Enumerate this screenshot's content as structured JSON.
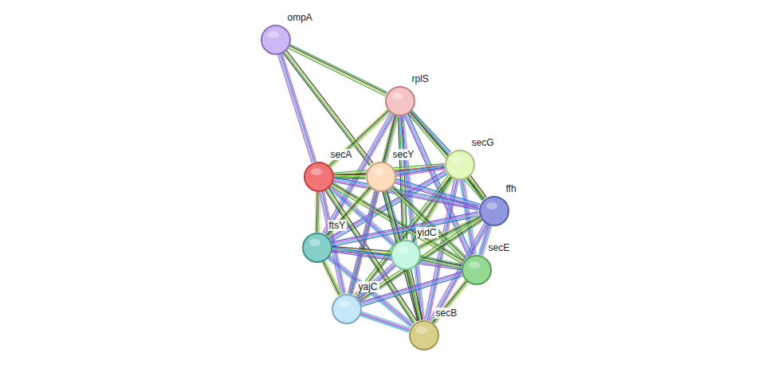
{
  "diagram": {
    "nodes": [
      {
        "text": [
          "ompA"
        ]
      },
      {
        "text": [
          "rplS"
        ]
      },
      {
        "text": [
          "secG"
        ]
      },
      {
        "text": [
          "secA"
        ]
      },
      {
        "text": [
          "secY"
        ]
      },
      {
        "text": [
          "ffh"
        ]
      },
      {
        "text": [
          "ftsY"
        ]
      },
      {
        "text": [
          "yidC"
        ]
      },
      {
        "text": [
          "secE"
        ]
      },
      {
        "text": [
          "yajC"
        ]
      },
      {
        "text": [
          "secB"
        ]
      }
    ],
    "edges": [
      {
        "from": 0,
        "to": 1,
        "arrow": "none"
      },
      {
        "from": 0,
        "to": 3,
        "arrow": "none"
      },
      {
        "from": 0,
        "to": 4,
        "arrow": "none"
      },
      {
        "from": 1,
        "to": 2,
        "arrow": "none"
      },
      {
        "from": 1,
        "to": 3,
        "arrow": "none"
      },
      {
        "from": 1,
        "to": 4,
        "arrow": "none"
      },
      {
        "from": 1,
        "to": 5,
        "arrow": "none"
      },
      {
        "from": 1,
        "to": 6,
        "arrow": "none"
      },
      {
        "from": 1,
        "to": 7,
        "arrow": "none"
      },
      {
        "from": 1,
        "to": 8,
        "arrow": "none"
      },
      {
        "from": 1,
        "to": 9,
        "arrow": "none"
      },
      {
        "from": 1,
        "to": 10,
        "arrow": "none"
      },
      {
        "from": 2,
        "to": 3,
        "arrow": "none"
      },
      {
        "from": 2,
        "to": 4,
        "arrow": "none"
      },
      {
        "from": 2,
        "to": 5,
        "arrow": "none"
      },
      {
        "from": 2,
        "to": 6,
        "arrow": "none"
      },
      {
        "from": 2,
        "to": 7,
        "arrow": "none"
      },
      {
        "from": 2,
        "to": 8,
        "arrow": "none"
      },
      {
        "from": 2,
        "to": 9,
        "arrow": "none"
      },
      {
        "from": 2,
        "to": 10,
        "arrow": "none"
      },
      {
        "from": 3,
        "to": 4,
        "arrow": "none"
      },
      {
        "from": 3,
        "to": 5,
        "arrow": "none"
      },
      {
        "from": 3,
        "to": 6,
        "arrow": "none"
      },
      {
        "from": 3,
        "to": 7,
        "arrow": "none"
      },
      {
        "from": 3,
        "to": 8,
        "arrow": "none"
      },
      {
        "from": 3,
        "to": 9,
        "arrow": "none"
      },
      {
        "from": 3,
        "to": 10,
        "arrow": "none"
      },
      {
        "from": 4,
        "to": 5,
        "arrow": "none"
      },
      {
        "from": 4,
        "to": 6,
        "arrow": "none"
      },
      {
        "from": 4,
        "to": 7,
        "arrow": "none"
      },
      {
        "from": 4,
        "to": 8,
        "arrow": "none"
      },
      {
        "from": 4,
        "to": 9,
        "arrow": "none"
      },
      {
        "from": 4,
        "to": 10,
        "arrow": "none"
      },
      {
        "from": 5,
        "to": 6,
        "arrow": "none"
      },
      {
        "from": 5,
        "to": 7,
        "arrow": "none"
      },
      {
        "from": 5,
        "to": 8,
        "arrow": "none"
      },
      {
        "from": 5,
        "to": 9,
        "arrow": "none"
      },
      {
        "from": 5,
        "to": 10,
        "arrow": "none"
      },
      {
        "from": 6,
        "to": 7,
        "arrow": "none"
      },
      {
        "from": 6,
        "to": 8,
        "arrow": "none"
      },
      {
        "from": 6,
        "to": 9,
        "arrow": "none"
      },
      {
        "from": 6,
        "to": 10,
        "arrow": "none"
      },
      {
        "from": 7,
        "to": 8,
        "arrow": "none"
      },
      {
        "from": 7,
        "to": 9,
        "arrow": "none"
      },
      {
        "from": 7,
        "to": 10,
        "arrow": "none"
      },
      {
        "from": 8,
        "to": 9,
        "arrow": "none"
      },
      {
        "from": 8,
        "to": 10,
        "arrow": "none"
      },
      {
        "from": 9,
        "to": 10,
        "arrow": "none"
      }
    ]
  }
}
